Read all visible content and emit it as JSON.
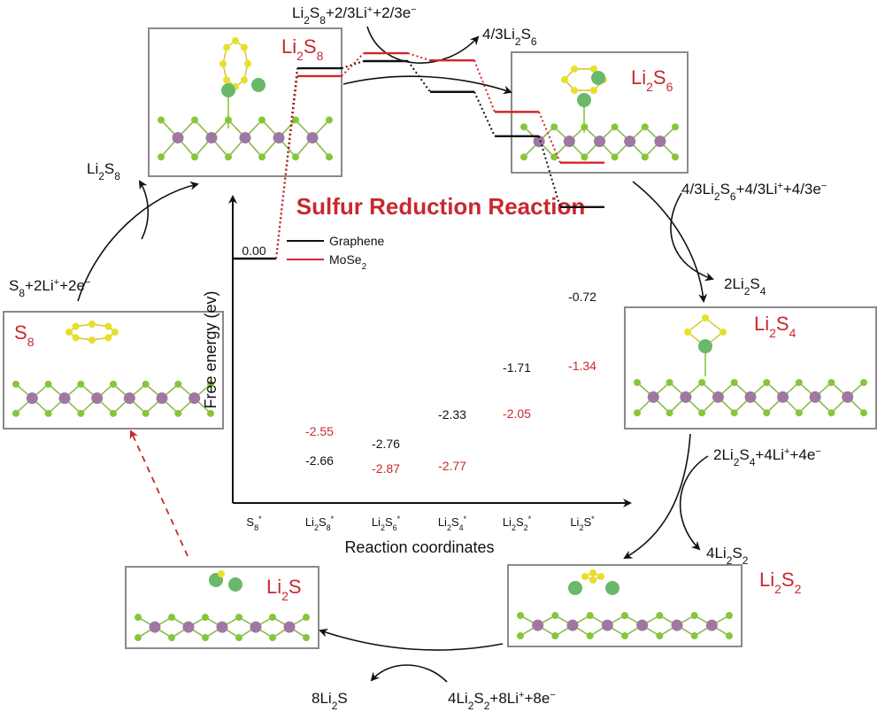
{
  "title": "Sulfur Reduction Reaction",
  "colors": {
    "graphene": "#111111",
    "mose2": "#d3262c",
    "title": "#c8282e"
  },
  "panels": {
    "s8": "S",
    "li2s8": "Li",
    "li2s6": "Li",
    "li2s4": "Li",
    "li2s2": "Li",
    "li2s": "Li"
  },
  "reactions": {
    "r1_reactants": "S",
    "r1_product": "Li",
    "r2_reactants": "Li",
    "r2_product": "4/3Li",
    "r3_reactants": "4/3Li",
    "r3_product": "2Li",
    "r4_reactants": "2Li",
    "r4_product": "4Li",
    "r5_reactants": "4Li",
    "r5_product": "8Li"
  },
  "chart_data": {
    "type": "line",
    "title": "Sulfur Reduction Reaction",
    "xlabel": "Reaction coordinates",
    "ylabel": "Free energy (ev)",
    "categories": [
      "S8*",
      "Li2S8*",
      "Li2S6*",
      "Li2S4*",
      "Li2S2*",
      "Li2S*"
    ],
    "series": [
      {
        "name": "Graphene",
        "values": [
          0.0,
          -2.66,
          -2.76,
          -2.33,
          -1.71,
          -0.72
        ],
        "labels": [
          "0.00",
          "-2.66",
          "-2.76",
          "-2.33",
          "-1.71",
          "-0.72"
        ]
      },
      {
        "name": "MoSe2",
        "values": [
          0.0,
          -2.55,
          -2.87,
          -2.77,
          -2.05,
          -1.34
        ],
        "labels": [
          "",
          "-2.55",
          "-2.87",
          "-2.77",
          "-2.05",
          "-1.34"
        ]
      }
    ],
    "ylim": [
      -3.3,
      0.9
    ]
  }
}
